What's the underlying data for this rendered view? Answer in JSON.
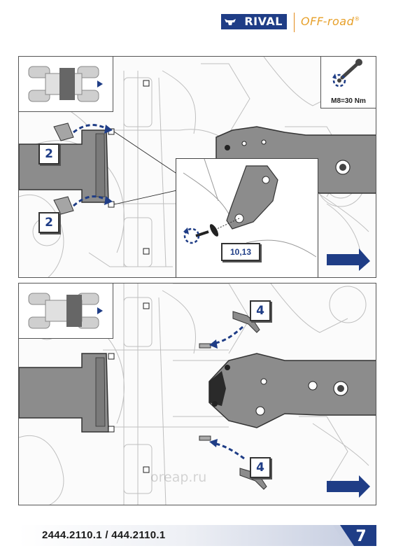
{
  "header": {
    "brand": "RIVAL",
    "sub_brand": "OFF-road",
    "trademark": "®"
  },
  "step1": {
    "callout_top": "2",
    "callout_bottom": "2",
    "inset_label": "10,13",
    "torque_spec": "M8=30 Nm"
  },
  "step2": {
    "callout_top": "4",
    "callout_bottom": "4"
  },
  "watermark": "oreap.ru",
  "footer": {
    "part_number": "2444.2110.1 / 444.2110.1",
    "page_number": "7"
  },
  "colors": {
    "brand_blue": "#1f3d86",
    "accent_orange": "#e7a02a",
    "arrow_blue": "#1f3d86",
    "plate_gray": "#8c8c8c"
  },
  "icons": [
    "wrench-icon",
    "torque-rotation-icon",
    "atv-topview-icon",
    "arrow-right-icon"
  ]
}
